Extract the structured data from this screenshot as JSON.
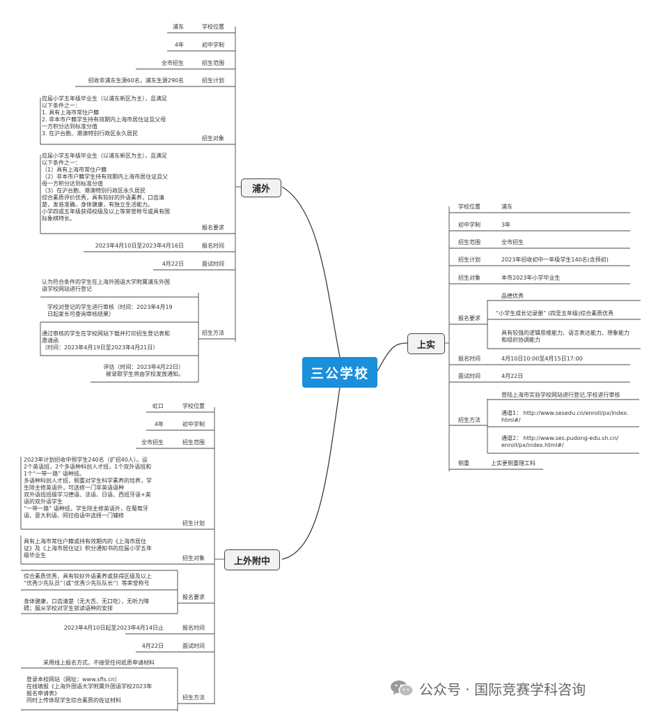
{
  "center": "三公学校",
  "pudong": {
    "name": "浦外",
    "items": [
      {
        "key": "学校位置",
        "values": [
          "浦东"
        ]
      },
      {
        "key": "初中学制",
        "values": [
          "4年"
        ]
      },
      {
        "key": "招生范围",
        "values": [
          "全市招生"
        ]
      },
      {
        "key": "招生计划",
        "values": [
          "招收非浦东生源60名，浦东生源290名"
        ]
      },
      {
        "key": "招生对象",
        "values": [
          "应届小学五年级毕业生（以浦东新区为主），且满足\n以下条件之一：\n1. 具有上海市常住户籍\n2. 非本市户籍学生持有效期内上海市居住证且父母\n一方积分达到标准分值\n3. 在沪台胞、港澳特别行政区永久居民"
        ]
      },
      {
        "key": "报名要求",
        "values": [
          "应届小学五年级毕业生（以浦东新区为主），且满足\n以下条件之一：\n（1）具有上海市常住户籍\n（2）非本市户籍学生持有效期内上海市居住证且父\n母一方积分达到标准分值\n（3）在沪台胞、港澳特别行政区永久居民\n综合素质评价优秀，具有较好的外语素养，口齿清\n楚，发音准确，身体健康，有独立生活能力。\n小学四或五年级获得校级及以上等荣誉称号或具有国\n际象棋特长。"
        ]
      },
      {
        "key": "报名时间",
        "values": [
          "2023年4月10日至2023年4月16日"
        ]
      },
      {
        "key": "面试时间",
        "values": [
          "4月22日"
        ]
      },
      {
        "key": "招生方法",
        "values": [
          "认为符合条件的学生在上海外国语大学附属浦东外国\n语学校网站进行登记",
          "学校对登记的学生进行审核（时间：2023年4月19\n日起家长可查询审核结果）",
          "通过审核的学生在学校网站下载并打印招生登记表和\n邀请函\n（时间：2023年4月19日至2023年4月21日）",
          "评估（时间：2023年4月22日）\n被录取学生将由学校发放通知。"
        ]
      }
    ]
  },
  "shangshi": {
    "name": "上实",
    "items": [
      {
        "key": "学校位置",
        "values": [
          "浦东"
        ]
      },
      {
        "key": "初中学制",
        "values": [
          "3年"
        ]
      },
      {
        "key": "招生范围",
        "values": [
          "全市招生"
        ]
      },
      {
        "key": "招生计划",
        "values": [
          "2023年招收初中一年级学生140名(含预初)"
        ]
      },
      {
        "key": "招生对象",
        "values": [
          "本市2023年小学毕业生"
        ]
      },
      {
        "key": "报名要求",
        "values": [
          "品德优秀",
          "“小学生成长记录册” (四至五年级)综合素质优秀",
          "具有较强的逻辑思维能力、语言表达能力、想象能力\n和组织协调能力"
        ]
      },
      {
        "key": "报名时间",
        "values": [
          "4月10日10:00至4月15日17:00"
        ]
      },
      {
        "key": "面试时间",
        "values": [
          "4月22日"
        ]
      },
      {
        "key": "招生方法",
        "values": [
          "登陆上海市实验学校网站进行登记,学校进行审核",
          "通道1： http://www.sesedu.cn/enroll/px/index.\nhtml#/",
          "通道2： http://www.ses.pudong-edu.sh.cn/\nenroll/px/index.html#/"
        ]
      },
      {
        "key": "侧重",
        "values": [
          "上实更侧重理工科"
        ]
      }
    ]
  },
  "shangwai": {
    "name": "上外附中",
    "items": [
      {
        "key": "学校位置",
        "values": [
          "虹口"
        ]
      },
      {
        "key": "初中学制",
        "values": [
          "4年"
        ]
      },
      {
        "key": "招生范围",
        "values": [
          "全市招生"
        ]
      },
      {
        "key": "招生计划",
        "values": [
          "2023年计划招收中预学生240名（扩招40人）。设\n2个英语班，2个多语种科创人才班，1个双外语班和\n1个“一带一路” 语种班。\n多语种科创人才班，侧重对学生科学素养的培养，学\n生除主修英语外，可选修一门非英语语种\n双外语班班级学习德语、法语、日语、西班牙语+英\n语的双外语学生\n“一带一路” 语种班，学生除主修英语外，在葡萄牙\n语、意大利语、阿拉伯语中选择一门辅修"
        ]
      },
      {
        "key": "招生对象",
        "values": [
          "具有上海市常住户籍或持有效期内的《上海市居住\n证》及《上海市居住证》积分通知书的应届小学五年\n级毕业生"
        ]
      },
      {
        "key": "报名要求",
        "values": [
          "综合素质优秀，具有较好外语素养或获得区级及以上\n“优秀少先队员”（或“优秀少先队队长”）等荣誉称号",
          "身体健康，口齿清楚（无大舌、无口吃），无听力障\n碍；服从学校对学生就读语种的安排"
        ]
      },
      {
        "key": "报名时间",
        "values": [
          "2023年4月10日起至2023年4月14日止"
        ]
      },
      {
        "key": "面试时间",
        "values": [
          "4月22日"
        ]
      },
      {
        "key": "招生方法",
        "values": [
          "采用线上报名方式，不接受任何纸质申请材料",
          "登录本校网站（网址：www.sfls.cn）\n在线填报《上海外国语大学附属外国语学校2023年\n报名申请表》\n同时上传体现学生综合素质的佐证材料"
        ]
      }
    ]
  },
  "watermark": {
    "text": "公众号 · 国际竞赛学科咨询",
    "icon": "wechat-icon"
  }
}
